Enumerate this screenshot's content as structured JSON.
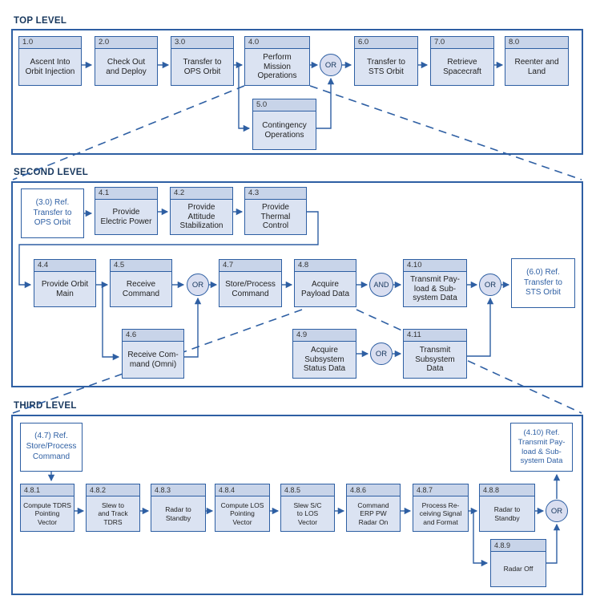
{
  "colors": {
    "frame_border": "#2e5fa3",
    "box_border": "#2e5fa3",
    "box_header_fill": "#c8d4e9",
    "box_body_fill": "#dbe3f2",
    "gate_fill": "#d9def0",
    "connector": "#2e5fa3",
    "level_label_text": "#17375d",
    "ref_text": "#2e5fa3",
    "box_text": "#222222"
  },
  "levels": {
    "top": {
      "label": "TOP LEVEL",
      "boxes": [
        {
          "num": "1.0",
          "label": "Ascent Into\nOrbit Injection"
        },
        {
          "num": "2.0",
          "label": "Check Out\nand Deploy"
        },
        {
          "num": "3.0",
          "label": "Transfer to\nOPS Orbit"
        },
        {
          "num": "4.0",
          "label": "Perform\nMission\nOperations"
        },
        {
          "num": "5.0",
          "label": "Contingency\nOperations"
        },
        {
          "num": "6.0",
          "label": "Transfer to\nSTS Orbit"
        },
        {
          "num": "7.0",
          "label": "Retrieve\nSpacecraft"
        },
        {
          "num": "8.0",
          "label": "Reenter and\nLand"
        }
      ],
      "gates": [
        {
          "label": "OR"
        }
      ]
    },
    "second": {
      "label": "SECOND LEVEL",
      "refs": [
        {
          "label": "(3.0) Ref.\nTransfer to\nOPS Orbit"
        },
        {
          "label": "(6.0)  Ref.\nTransfer to\nSTS Orbit"
        }
      ],
      "boxes": [
        {
          "num": "4.1",
          "label": "Provide\nElectric Power"
        },
        {
          "num": "4.2",
          "label": "Provide\nAttitude\nStabilization"
        },
        {
          "num": "4.3",
          "label": "Provide\nThermal\nControl"
        },
        {
          "num": "4.4",
          "label": "Provide Orbit\nMain"
        },
        {
          "num": "4.5",
          "label": "Receive\nCommand"
        },
        {
          "num": "4.6",
          "label": "Receive Com-\nmand (Omni)"
        },
        {
          "num": "4.7",
          "label": "Store/Process\nCommand"
        },
        {
          "num": "4.8",
          "label": "Acquire\nPayload Data"
        },
        {
          "num": "4.9",
          "label": "Acquire\nSubsystem\nStatus Data"
        },
        {
          "num": "4.10",
          "label": "Transmit Pay-\nload & Sub-\nsystem Data"
        },
        {
          "num": "4.11",
          "label": "Transmit\nSubsystem\nData"
        }
      ],
      "gates": [
        {
          "label": "OR"
        },
        {
          "label": "AND"
        },
        {
          "label": "OR"
        },
        {
          "label": "OR"
        }
      ]
    },
    "third": {
      "label": "THIRD LEVEL",
      "refs": [
        {
          "label": "(4.7) Ref.\nStore/Process\nCommand"
        },
        {
          "label": "(4.10) Ref.\nTransmit Pay-\nload & Sub-\nsystem Data"
        }
      ],
      "boxes": [
        {
          "num": "4.8.1",
          "label": "Compute TDRS\nPointing\nVector"
        },
        {
          "num": "4.8.2",
          "label": "Slew to\nand Track\nTDRS"
        },
        {
          "num": "4.8.3",
          "label": "Radar to\nStandby"
        },
        {
          "num": "4.8.4",
          "label": "Compute LOS\nPointing\nVector"
        },
        {
          "num": "4.8.5",
          "label": "Slew S/C\nto LOS\nVector"
        },
        {
          "num": "4.8.6",
          "label": "Command\nERP PW\nRadar On"
        },
        {
          "num": "4.8.7",
          "label": "Process Re-\nceiving Signal\nand Format"
        },
        {
          "num": "4.8.8",
          "label": "Radar to\nStandby"
        },
        {
          "num": "4.8.9",
          "label": "Radar Off"
        }
      ],
      "gates": [
        {
          "label": "OR"
        }
      ]
    }
  }
}
